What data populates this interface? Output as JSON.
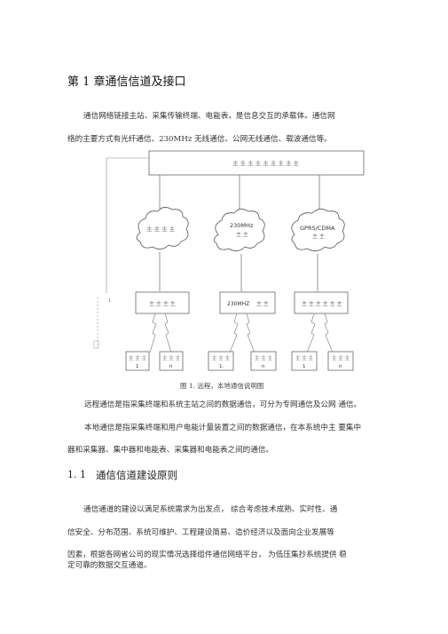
{
  "heading": "第 1 章通信信道及接口",
  "intro": {
    "line1": "通信网络链接主站、采集传输终端、电能表，是信息交互的承载体。通信网",
    "line2": "络的主要方式有光纤通信、230MHz 无线通信、公网无线通信、载波通信等。"
  },
  "diagram": {
    "master": "主 主 主 主 主 主 主 主 主",
    "clouds": [
      "主 主 主 主",
      "230MHz\n主 主",
      "GPRS/CDMA\n主 主"
    ],
    "concentrators": [
      "主 主 主 主",
      "230MHZ 主 主",
      "主 主 主 主 主 主"
    ],
    "terminals": [
      "主 主 主\n1",
      "主 主 主\nn",
      "主 主 主\n1",
      "主 主 主\nn",
      "主 主 主\n1",
      "主 主 主\nn"
    ],
    "left_small": "1"
  },
  "caption": "图 1. 远程，本地通信说明图",
  "para2": "远程通信是指采集终端和系统主站之间的数据通信，可分为专网通信及公网 通信。",
  "para3": {
    "line1": "本地通信是指采集终端和用户电能计量装置之间的数据通信，在本系统中主 要集中",
    "line2": "器和采集器、集中器和电能表、采集器和电能表之间的通信。"
  },
  "section": {
    "number": "1. 1",
    "title": "通信信道建设原则"
  },
  "para4": {
    "line1": "通信通道的建设以满足系统需求为出发点，   综合考虑技术成熟、实时性、通",
    "line2": "信安全、分布范围、系统可维护、工程建设简易、造价经济以及面向企业发展等",
    "line3": "因素，根据各网省公司的现实情况选择组件通信网络平台，          为低压集抄系统提供  稳",
    "line4": "定可靠的数据交互通道。"
  }
}
